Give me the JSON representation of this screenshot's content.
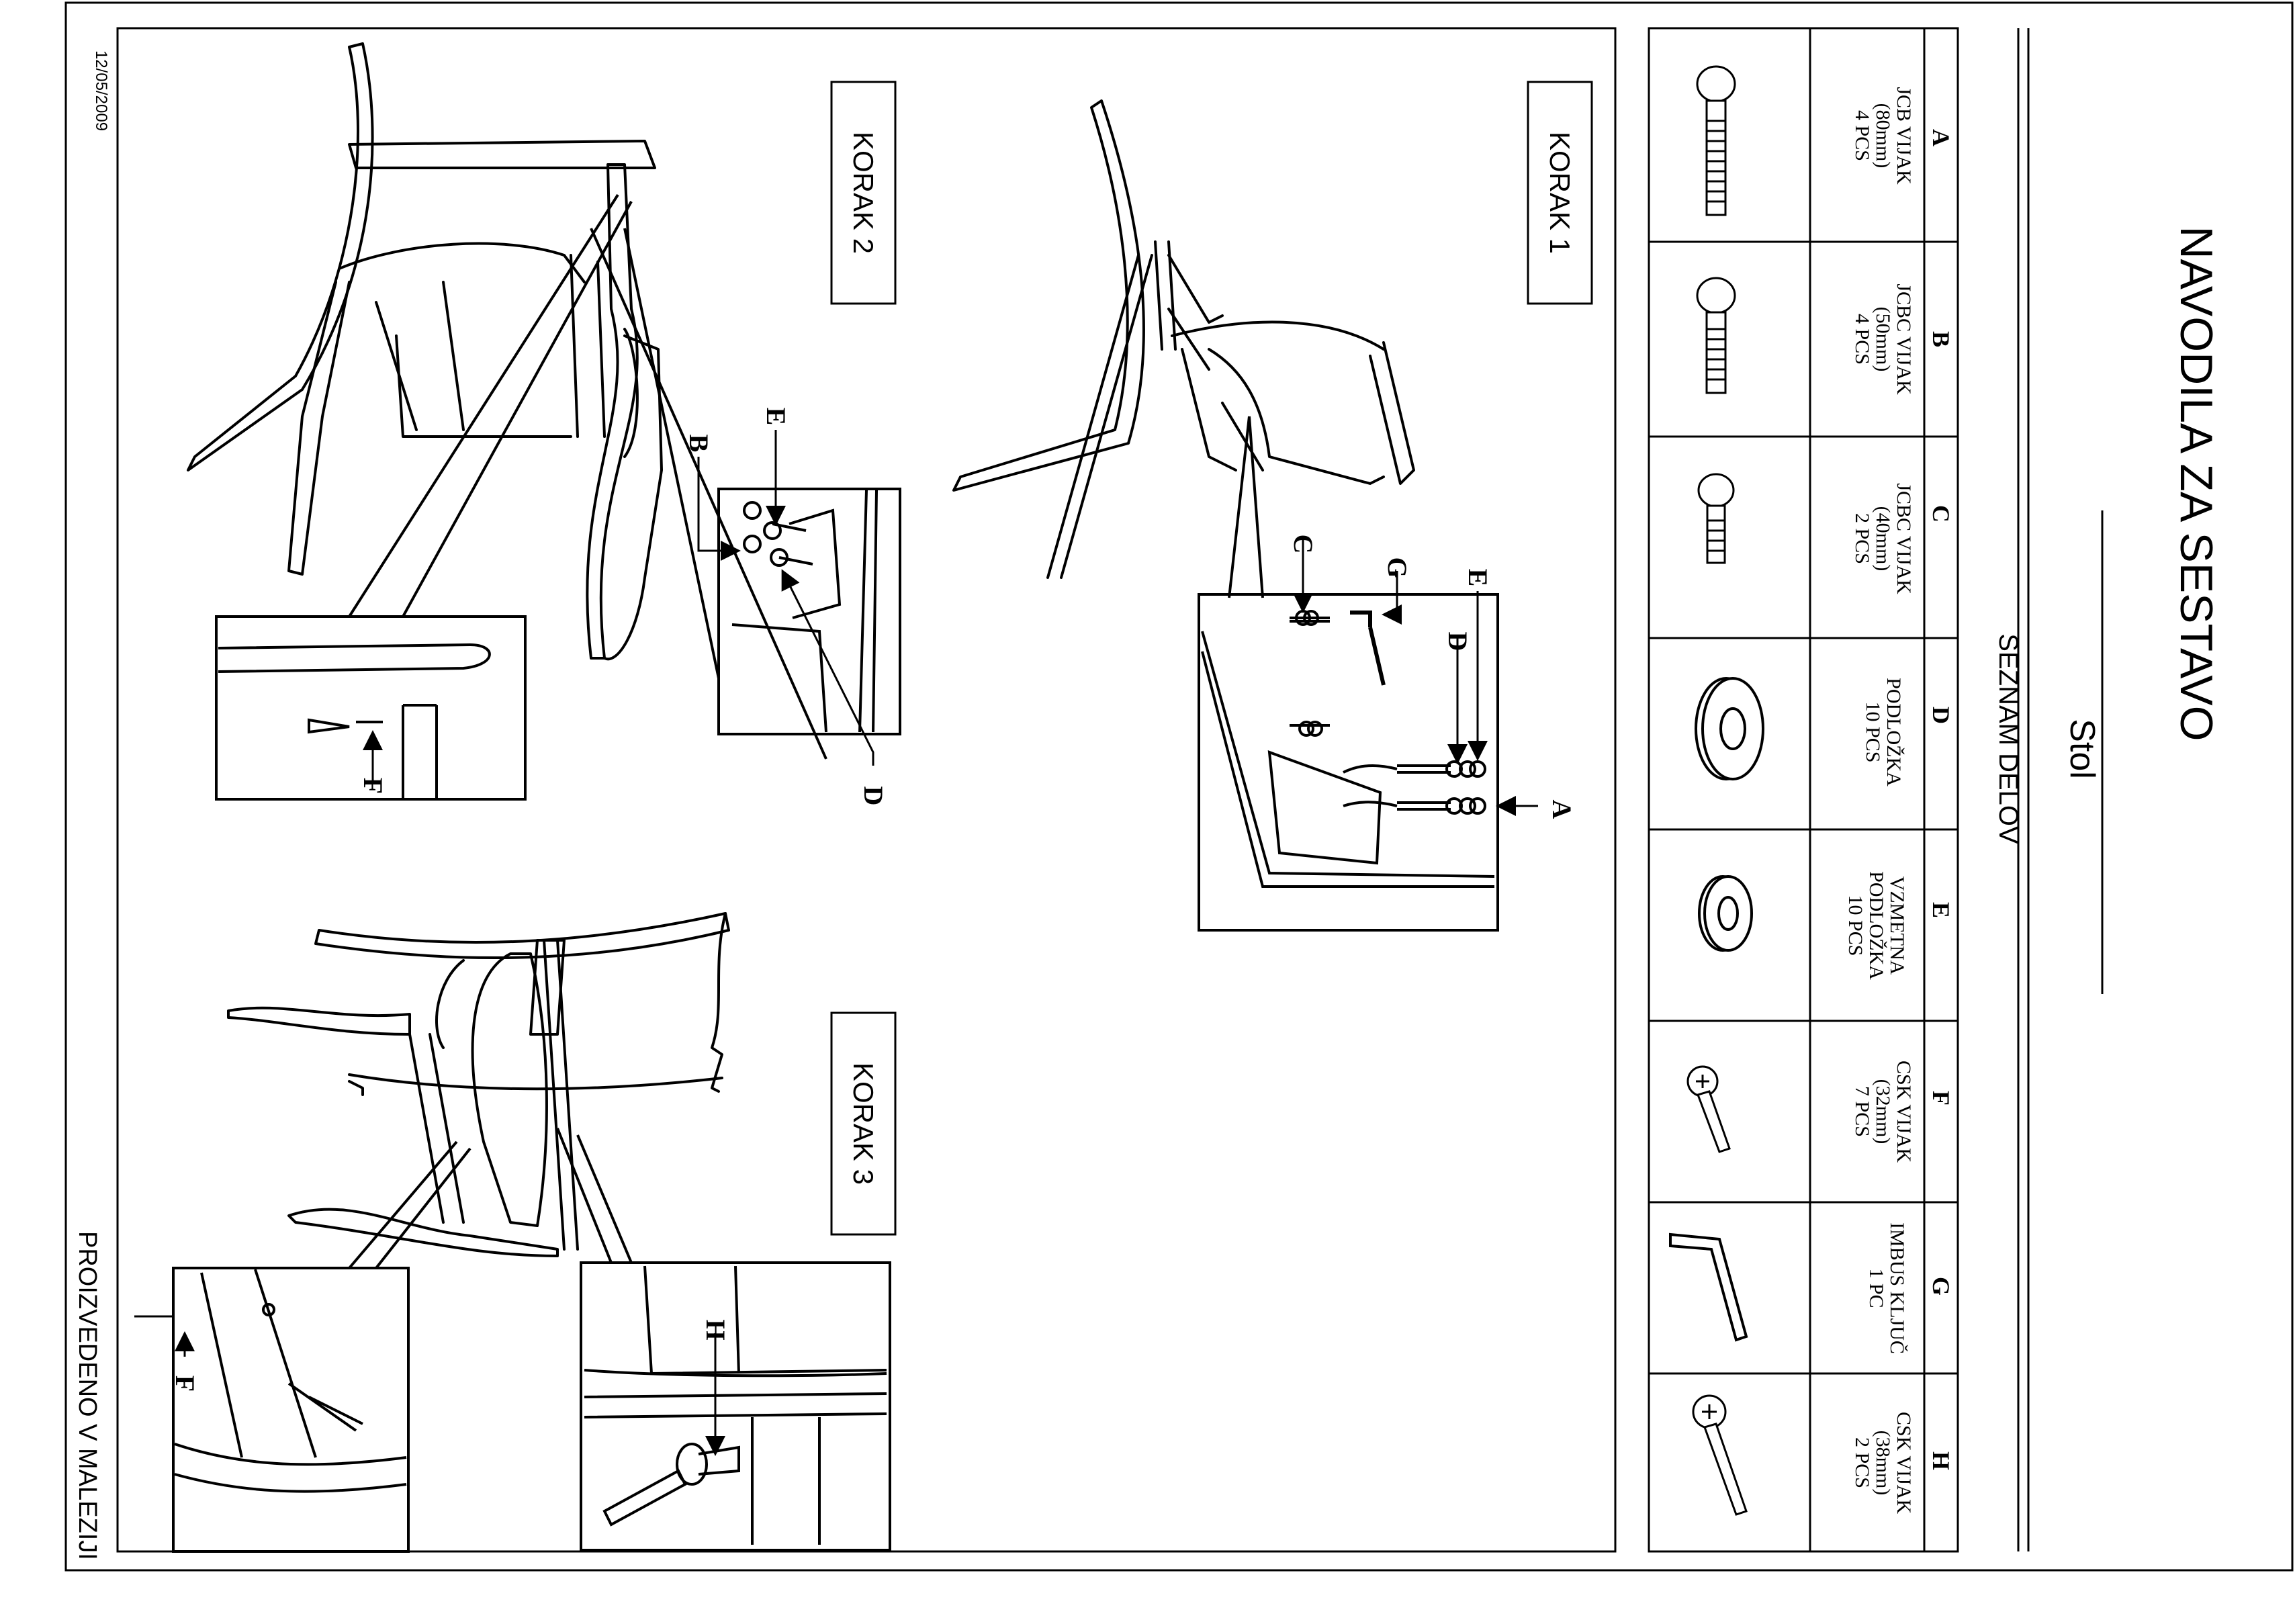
{
  "header": {
    "title": "NAVODILA ZA SESTAVO",
    "subtitle": "Stol",
    "parts_heading": "SEZNAM DELOV"
  },
  "date": "12/05/2009",
  "footer": "PROIZVEDENO V MALEZIJI",
  "parts": [
    {
      "letter": "A",
      "name": "JCB  VIJAK",
      "size": "(80mm)",
      "qty": "4 PCS",
      "icon": "hex-bolt-long-icon"
    },
    {
      "letter": "B",
      "name": "JCBC  VIJAK",
      "size": "(50mm)",
      "qty": "4 PCS",
      "icon": "hex-bolt-medium-icon"
    },
    {
      "letter": "C",
      "name": "JCBC  VIJAK",
      "size": "(40mm)",
      "qty": "2 PCS",
      "icon": "hex-bolt-short-icon"
    },
    {
      "letter": "D",
      "name": "PODLOŽKA",
      "size": "",
      "qty": "10 PCS",
      "icon": "flat-washer-icon"
    },
    {
      "letter": "E",
      "name": "VZMETNA",
      "size": "PODLOŽKA",
      "qty": "10 PCS",
      "icon": "spring-washer-icon"
    },
    {
      "letter": "F",
      "name": "CSK   VIJAK",
      "size": "(32mm)",
      "qty": "7 PCS",
      "icon": "wood-screw-short-icon"
    },
    {
      "letter": "G",
      "name": "IMBUS KLJUČ",
      "size": "",
      "qty": "1 PC",
      "icon": "allen-key-icon"
    },
    {
      "letter": "H",
      "name": "CSK   VIJAK",
      "size": "(38mm)",
      "qty": "2 PCS",
      "icon": "wood-screw-long-icon"
    }
  ],
  "steps": {
    "step1": "KORAK 1",
    "step2": "KORAK 2",
    "step3": "KORAK 3"
  },
  "callouts": {
    "step1": [
      "C",
      "G",
      "E",
      "D",
      "A"
    ],
    "step2": [
      "E",
      "B",
      "D",
      "F"
    ],
    "step3": [
      "H",
      "F"
    ]
  }
}
